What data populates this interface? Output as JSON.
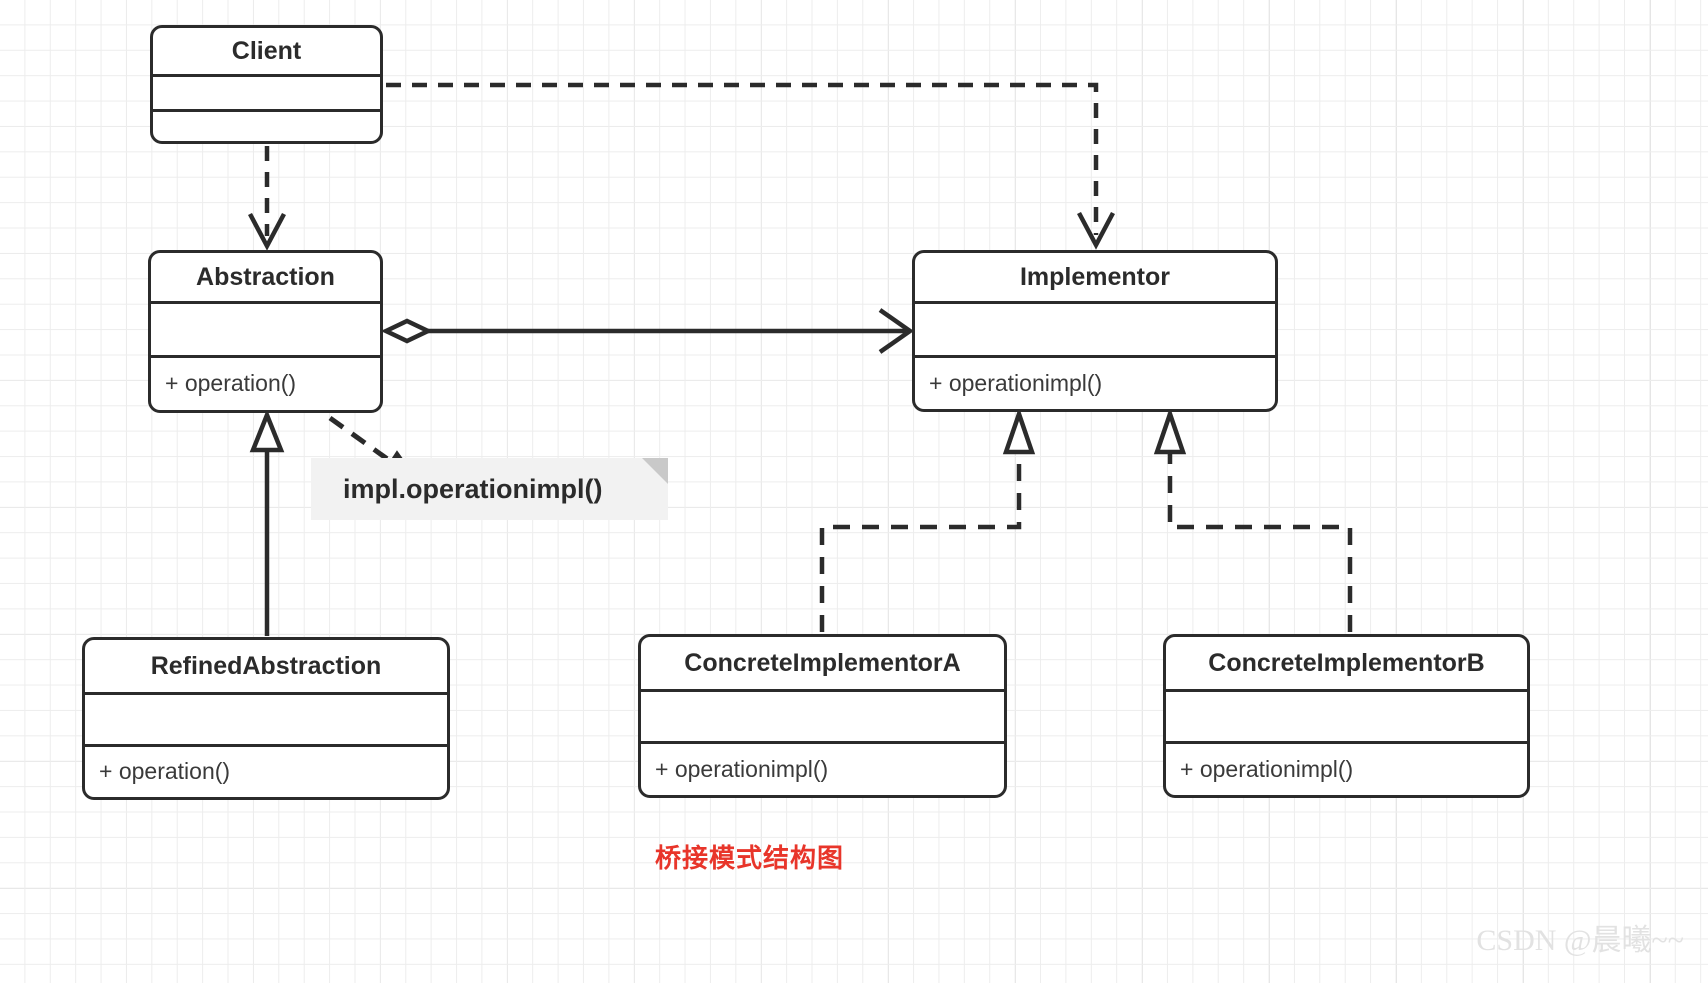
{
  "diagram": {
    "caption": "桥接模式结构图",
    "watermark": "CSDN @晨曦~~",
    "colors": {
      "stroke": "#2b2b2b",
      "box_fill": "#ffffff",
      "note_fill": "#f2f2f2",
      "note_fold": "#c9c9c9",
      "caption": "#e8352a",
      "grid_minor": "#ededed",
      "grid_major": "#e0e0e0"
    },
    "classes": [
      {
        "id": "client",
        "name": "Client",
        "attributes": [],
        "operations": []
      },
      {
        "id": "abstraction",
        "name": "Abstraction",
        "attributes": [],
        "operations": [
          "+ operation()"
        ]
      },
      {
        "id": "implementor",
        "name": "Implementor",
        "attributes": [],
        "operations": [
          "+ operationimpl()"
        ]
      },
      {
        "id": "refined_abstraction",
        "name": "RefinedAbstraction",
        "attributes": [],
        "operations": [
          "+ operation()"
        ]
      },
      {
        "id": "concrete_implementor_a",
        "name": "ConcreteImplementorA",
        "attributes": [],
        "operations": [
          "+ operationimpl()"
        ]
      },
      {
        "id": "concrete_implementor_b",
        "name": "ConcreteImplementorB",
        "attributes": [],
        "operations": [
          "+ operationimpl()"
        ]
      }
    ],
    "note": {
      "text": "impl.operationimpl()",
      "attached_to": "abstraction"
    },
    "relationships": [
      {
        "from": "client",
        "to": "abstraction",
        "type": "dependency",
        "style": "dashed",
        "arrow": "open-v"
      },
      {
        "from": "client",
        "to": "implementor",
        "type": "dependency",
        "style": "dashed",
        "arrow": "open-v"
      },
      {
        "from": "abstraction",
        "to": "implementor",
        "type": "aggregation",
        "style": "solid",
        "arrow": "open-arrow",
        "source_decoration": "hollow-diamond"
      },
      {
        "from": "refined_abstraction",
        "to": "abstraction",
        "type": "generalization",
        "style": "solid",
        "arrow": "hollow-triangle"
      },
      {
        "from": "concrete_implementor_a",
        "to": "implementor",
        "type": "realization",
        "style": "dashed",
        "arrow": "hollow-triangle"
      },
      {
        "from": "concrete_implementor_b",
        "to": "implementor",
        "type": "realization",
        "style": "dashed",
        "arrow": "hollow-triangle"
      },
      {
        "from": "abstraction",
        "to": "note",
        "type": "note-anchor",
        "style": "dashed",
        "arrow": "solid-triangle"
      }
    ]
  }
}
